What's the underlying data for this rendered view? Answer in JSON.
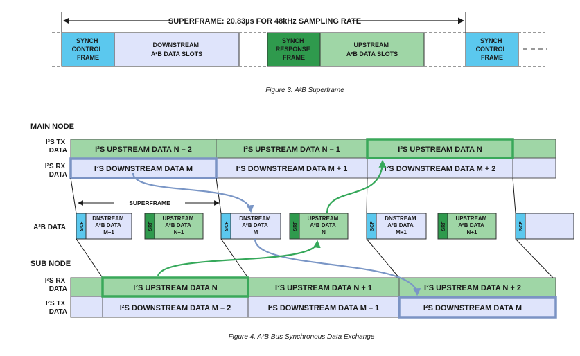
{
  "colors": {
    "cyan": "#5bc8ee",
    "lavender": "#dfe4fb",
    "green_light": "#9fd6a6",
    "green_dark": "#2f9a4d",
    "highlight_green": "#3aa85a",
    "highlight_blue": "#7b93c4",
    "arrow_blue": "#7a96c6",
    "arrow_green": "#35a85a"
  },
  "fig3": {
    "superframe_label": "SUPERFRAME: 20.83µs FOR 48kHz SAMPLING RATE",
    "boxes": [
      {
        "lines": [
          "SYNCH",
          "CONTROL",
          "FRAME"
        ]
      },
      {
        "lines": [
          "DOWNSTREAM",
          "A²B DATA SLOTS"
        ]
      },
      {
        "lines": [
          "SYNCH",
          "RESPONSE",
          "FRAME"
        ]
      },
      {
        "lines": [
          "UPSTREAM",
          "A²B DATA SLOTS"
        ]
      },
      {
        "lines": [
          "SYNCH",
          "CONTROL",
          "FRAME"
        ]
      }
    ],
    "caption": "Figure 3.  A²B Superframe"
  },
  "fig4": {
    "main_node_label": "MAIN NODE",
    "sub_node_label": "SUB NODE",
    "row_labels": {
      "main_tx": [
        "I²S TX",
        "DATA"
      ],
      "main_rx": [
        "I²S RX",
        "DATA"
      ],
      "a2b": "A²B DATA",
      "sub_rx": [
        "I²S RX",
        "DATA"
      ],
      "sub_tx": [
        "I²S TX",
        "DATA"
      ]
    },
    "main_tx_cells": [
      "I²S UPSTREAM DATA N – 2",
      "I²S UPSTREAM DATA N – 1",
      "I²S UPSTREAM DATA N"
    ],
    "main_rx_cells": [
      "I²S DOWNSTREAM DATA M",
      "I²S DOWNSTREAM DATA M + 1",
      "I²S DOWNSTREAM DATA M + 2"
    ],
    "superframe_label": "SUPERFRAME",
    "a2b_blocks": [
      {
        "tag": "SCF",
        "lines": [
          "DNSTREAM",
          "A²B DATA",
          "M–1"
        ]
      },
      {
        "tag": "SRF",
        "lines": [
          "UPSTREAM",
          "A²B DATA",
          "N–1"
        ]
      },
      {
        "tag": "SCF",
        "lines": [
          "DNSTREAM",
          "A²B DATA",
          "M"
        ]
      },
      {
        "tag": "SRF",
        "lines": [
          "UPSTREAM",
          "A²B DATA",
          "N"
        ]
      },
      {
        "tag": "SCF",
        "lines": [
          "DNSTREAM",
          "A²B DATA",
          "M+1"
        ]
      },
      {
        "tag": "SRF",
        "lines": [
          "UPSTREAM",
          "A²B DATA",
          "N+1"
        ]
      },
      {
        "tag": "SCF",
        "lines": []
      }
    ],
    "sub_rx_cells": [
      "I²S UPSTREAM DATA N",
      "I²S UPSTREAM DATA N + 1",
      "I²S UPSTREAM DATA N + 2"
    ],
    "sub_tx_cells": [
      "I²S DOWNSTREAM DATA M – 2",
      "I²S DOWNSTREAM DATA M – 1",
      "I²S DOWNSTREAM DATA M"
    ],
    "caption": "Figure 4.  A²B Bus Synchronous Data Exchange"
  }
}
